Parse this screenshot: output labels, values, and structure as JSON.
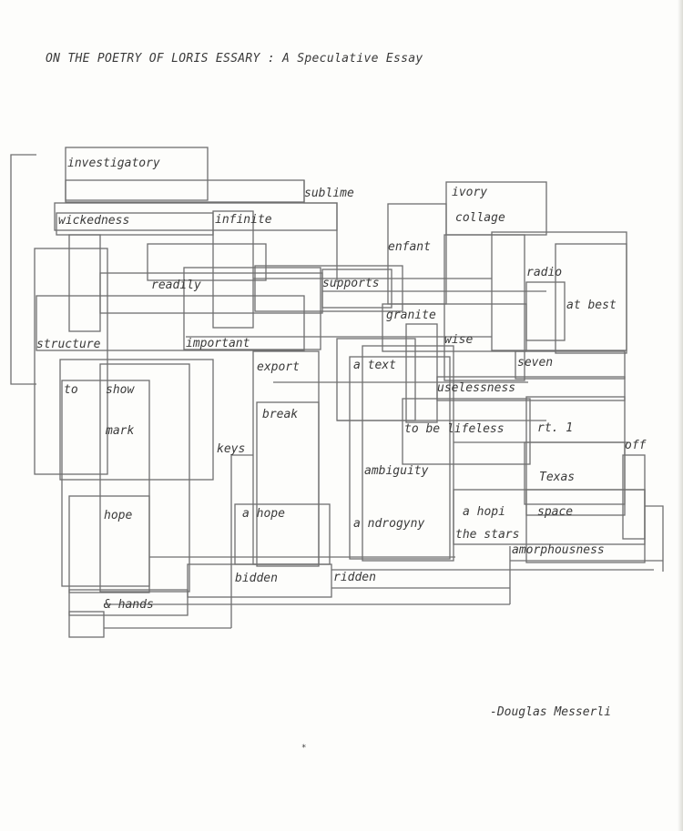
{
  "title": "ON THE POETRY OF LORIS ESSARY : A Speculative Essay",
  "author": "-Douglas Messerli",
  "mark": "*",
  "words": {
    "investigatory": "investigatory",
    "sublime": "sublime",
    "ivory": "ivory",
    "wickedness": "wickedness",
    "infinite": "infinite",
    "collage": "collage",
    "enfant": "enfant",
    "radio": "radio",
    "readily": "readily",
    "supports": "supports",
    "at_best": "at best",
    "granite": "granite",
    "structure": "structure",
    "important": "important",
    "wise": "wise",
    "export": "export",
    "a_text": "a text",
    "seven": "seven",
    "to": "to",
    "show": "show",
    "uselessness": "uselessness",
    "break": "break",
    "mark": "mark",
    "to_be_lifeless": "to be lifeless",
    "rt_1": "rt. 1",
    "keys": "keys",
    "off": "off",
    "ambiguity": "ambiguity",
    "texas": "Texas",
    "hope": "hope",
    "a_hope": "a hope",
    "a_hopi": "a hopi",
    "space": "space",
    "a_ndrogyny": "a ndrogyny",
    "the_stars": "the stars",
    "amorphousness": "amorphousness",
    "bidden": "bidden",
    "ridden": "ridden",
    "and_hands": "& hands"
  }
}
